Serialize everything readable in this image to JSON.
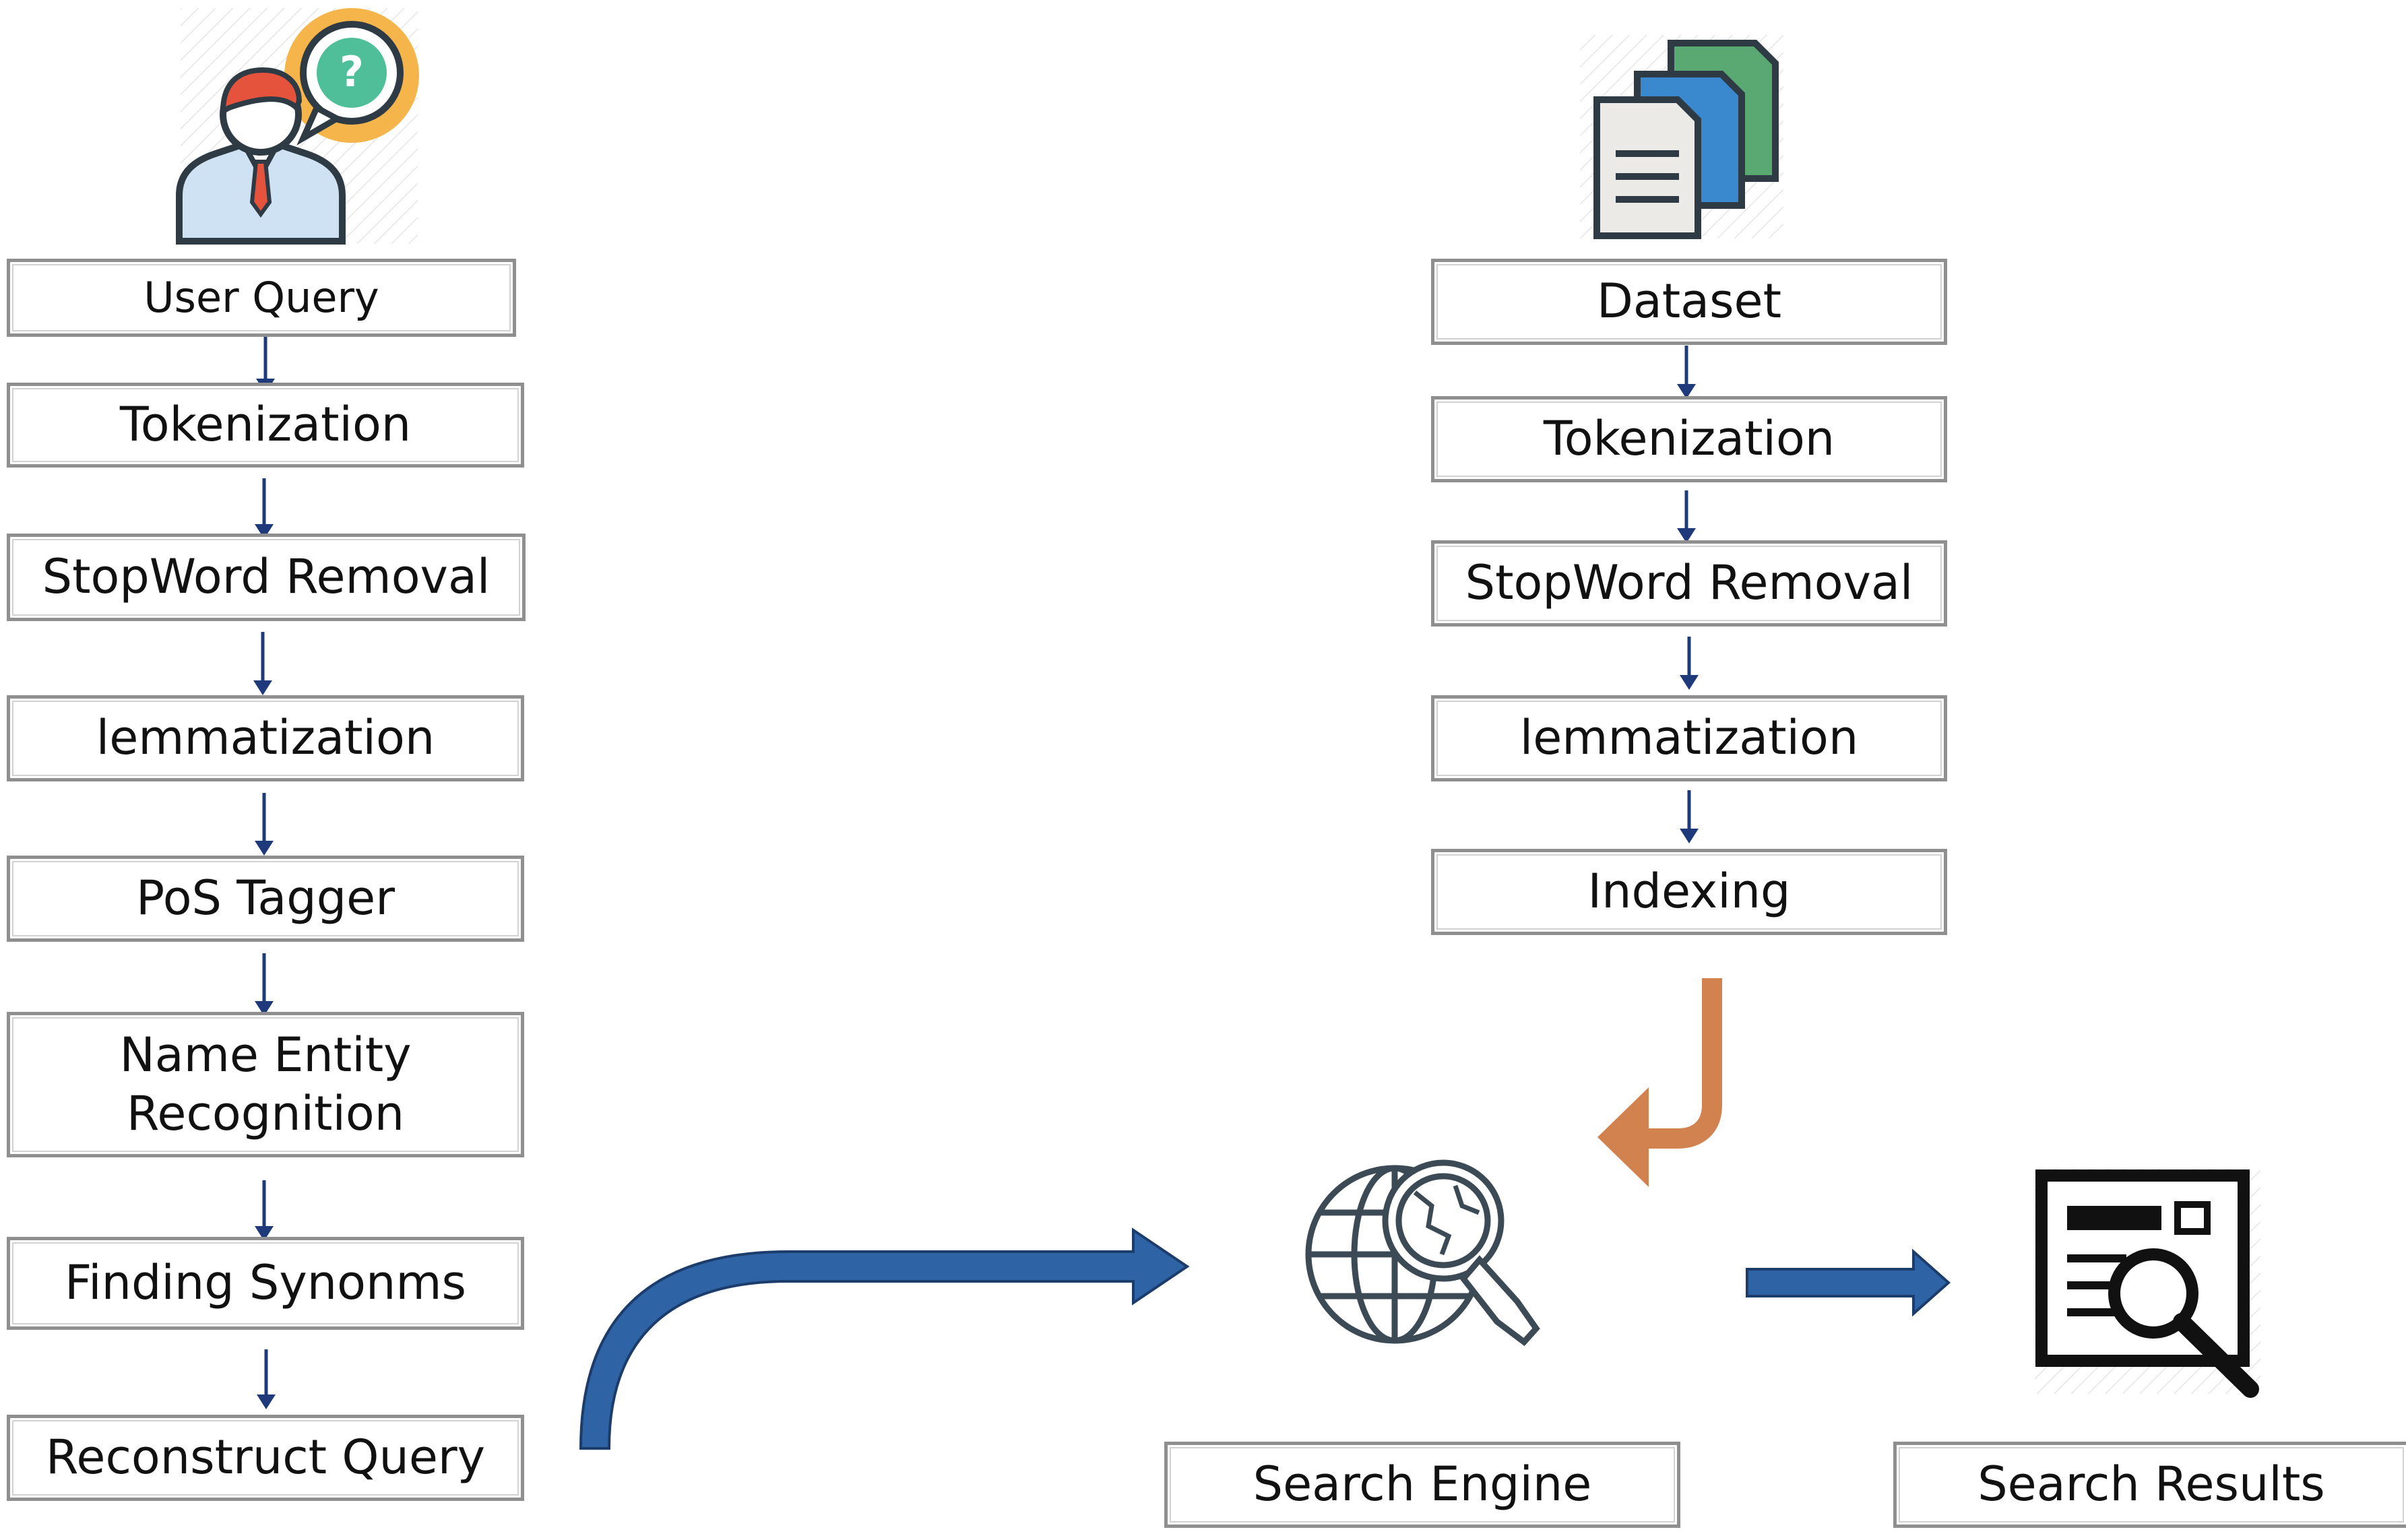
{
  "query_pipeline": {
    "steps": [
      "User Query",
      "Tokenization",
      "StopWord Removal",
      "lemmatization",
      "PoS Tagger",
      "Name Entity\nRecognition",
      "Finding Synonms",
      "Reconstruct Query"
    ]
  },
  "dataset_pipeline": {
    "steps": [
      "Dataset",
      "Tokenization",
      "StopWord Removal",
      "lemmatization",
      "Indexing"
    ]
  },
  "search_engine": {
    "label": "Search Engine"
  },
  "search_results": {
    "label": "Search Results"
  },
  "icons": {
    "user": "user-question-icon",
    "dataset": "documents-stack-icon",
    "engine": "globe-magnifier-icon",
    "results": "search-results-document-icon"
  },
  "colors": {
    "connector": "#1f3a7a",
    "blue_arrow": "#2e63a5",
    "orange_arrow": "#d2824e",
    "box_border": "#8f8f8f"
  }
}
